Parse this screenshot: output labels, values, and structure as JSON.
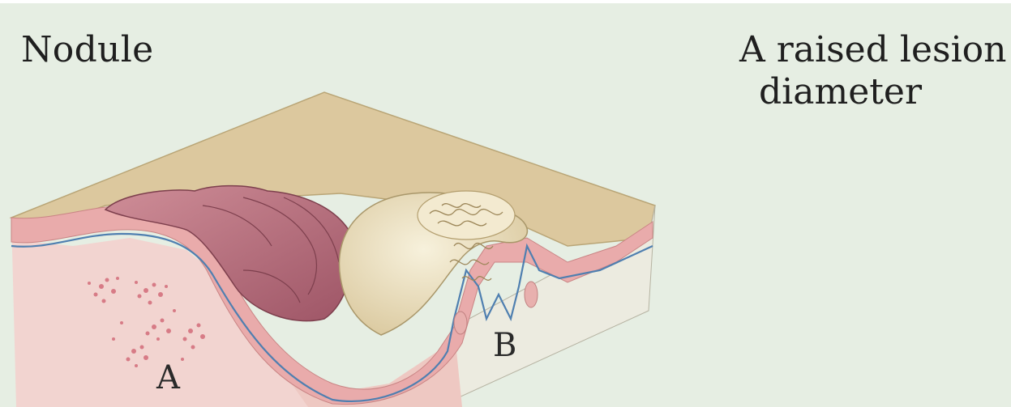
{
  "slide": {
    "title": "Nodule",
    "definition_line1": "A raised lesion >",
    "definition_line2": "diameter"
  },
  "figure": {
    "label_a": "A",
    "label_b": "B"
  },
  "colors": {
    "background": "#e6eee3",
    "skin_surface": "#d9c49a",
    "dermis": "#f1cfcf",
    "epidermis": "#e8a7a7",
    "basement_membrane": "#4f7fb0",
    "nodule_mass": "#b56b7a",
    "cyst_body": "#efe6c8"
  }
}
